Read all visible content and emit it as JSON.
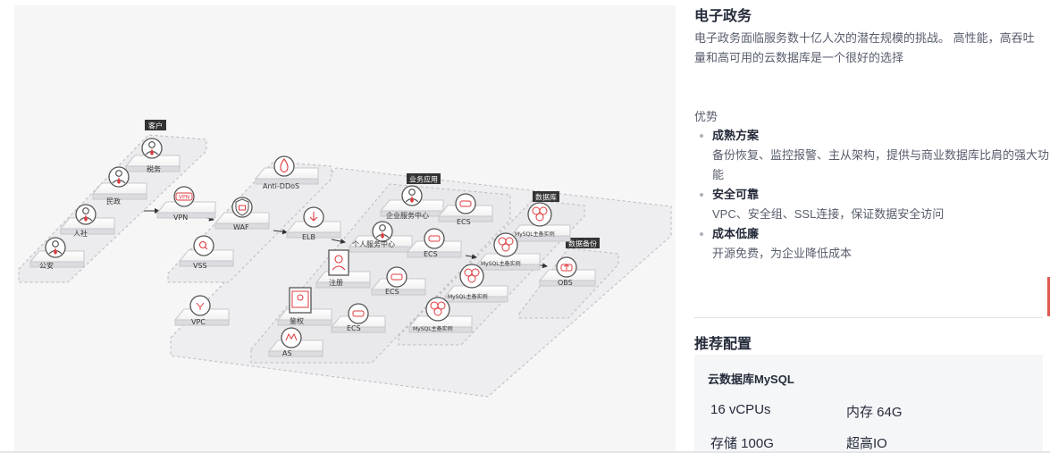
{
  "diagram": {
    "zones": {
      "customer": "客户",
      "business_app": "业务应用",
      "database": "数据库",
      "db_backup": "数据备份"
    },
    "nodes": {
      "tax": "税务",
      "civil": "民政",
      "hr": "人社",
      "police": "公安",
      "vpn": "VPN",
      "vpn_icon_text": "VPN",
      "anti_ddos": "Anti-DDoS",
      "waf": "WAF",
      "vss": "VSS",
      "vpc": "VPC",
      "elb": "ELB",
      "enterprise_center": "企业服务中心",
      "ecs_a": "ECS",
      "personal_center": "个人服务中心",
      "ecs_b": "ECS",
      "register": "注册",
      "ecs_c": "ECS",
      "auth": "鉴权",
      "ecs_d": "ECS",
      "as": "AS",
      "mysql_a": "MySQL主备实例",
      "mysql_b": "MySQL主备实例",
      "mysql_c": "MySQL主备实例",
      "mysql_d": "MySQL主备实例",
      "obs": "OBS"
    }
  },
  "solution": {
    "title": "电子政务",
    "desc": "电子政务面临服务数十亿人次的潜在规模的挑战。 高性能，高吞吐量和高可用的云数据库是一个很好的选择",
    "advantages_heading": "优势",
    "advantages": [
      {
        "title": "成熟方案",
        "desc": "备份恢复、监控报警、主从架构，提供与商业数据库比肩的强大功能"
      },
      {
        "title": "安全可靠",
        "desc": "VPC、安全组、SSL连接，保证数据安全访问"
      },
      {
        "title": "成本低廉",
        "desc": "开源免费，为企业降低成本"
      }
    ]
  },
  "config": {
    "heading": "推荐配置",
    "product": "云数据库MySQL",
    "specs": [
      "16 vCPUs",
      "内存 64G",
      "存储 100G",
      "超高IO"
    ]
  },
  "colors": {
    "accent": "#e0393e",
    "zone_label_bg": "#333333"
  },
  "icons": [
    "person-icon",
    "vpn-icon",
    "shield-icon",
    "waf-shield-icon",
    "search-shield-icon",
    "cloud-icon",
    "server-icon",
    "hexagon-cluster-icon",
    "user-card-icon",
    "chart-card-icon",
    "autoscale-icon",
    "upload-icon",
    "vpc-icon"
  ]
}
